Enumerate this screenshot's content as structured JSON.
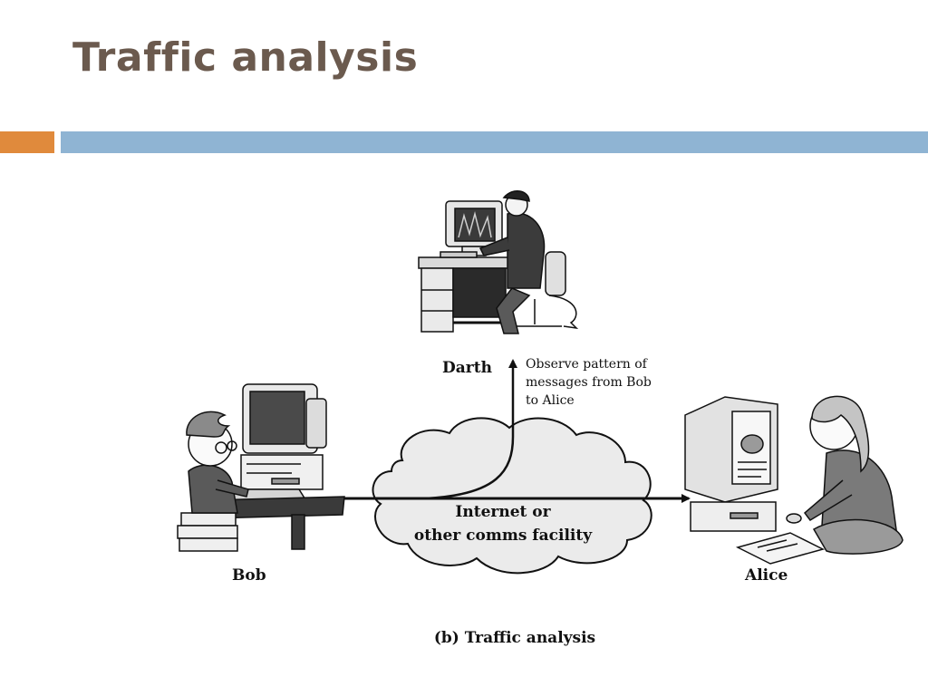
{
  "slide": {
    "title": "Traffic analysis",
    "colors": {
      "title": "#6b5a4e",
      "accent_orange": "#e08a3c",
      "accent_blue": "#8fb4d3"
    }
  },
  "diagram": {
    "darth_label": "Darth",
    "observe_note": [
      "Observe pattern of",
      "messages from Bob",
      "to Alice"
    ],
    "cloud_label": [
      "Internet or",
      "other comms facility"
    ],
    "bob_label": "Bob",
    "alice_label": "Alice",
    "caption": "(b) Traffic analysis"
  }
}
